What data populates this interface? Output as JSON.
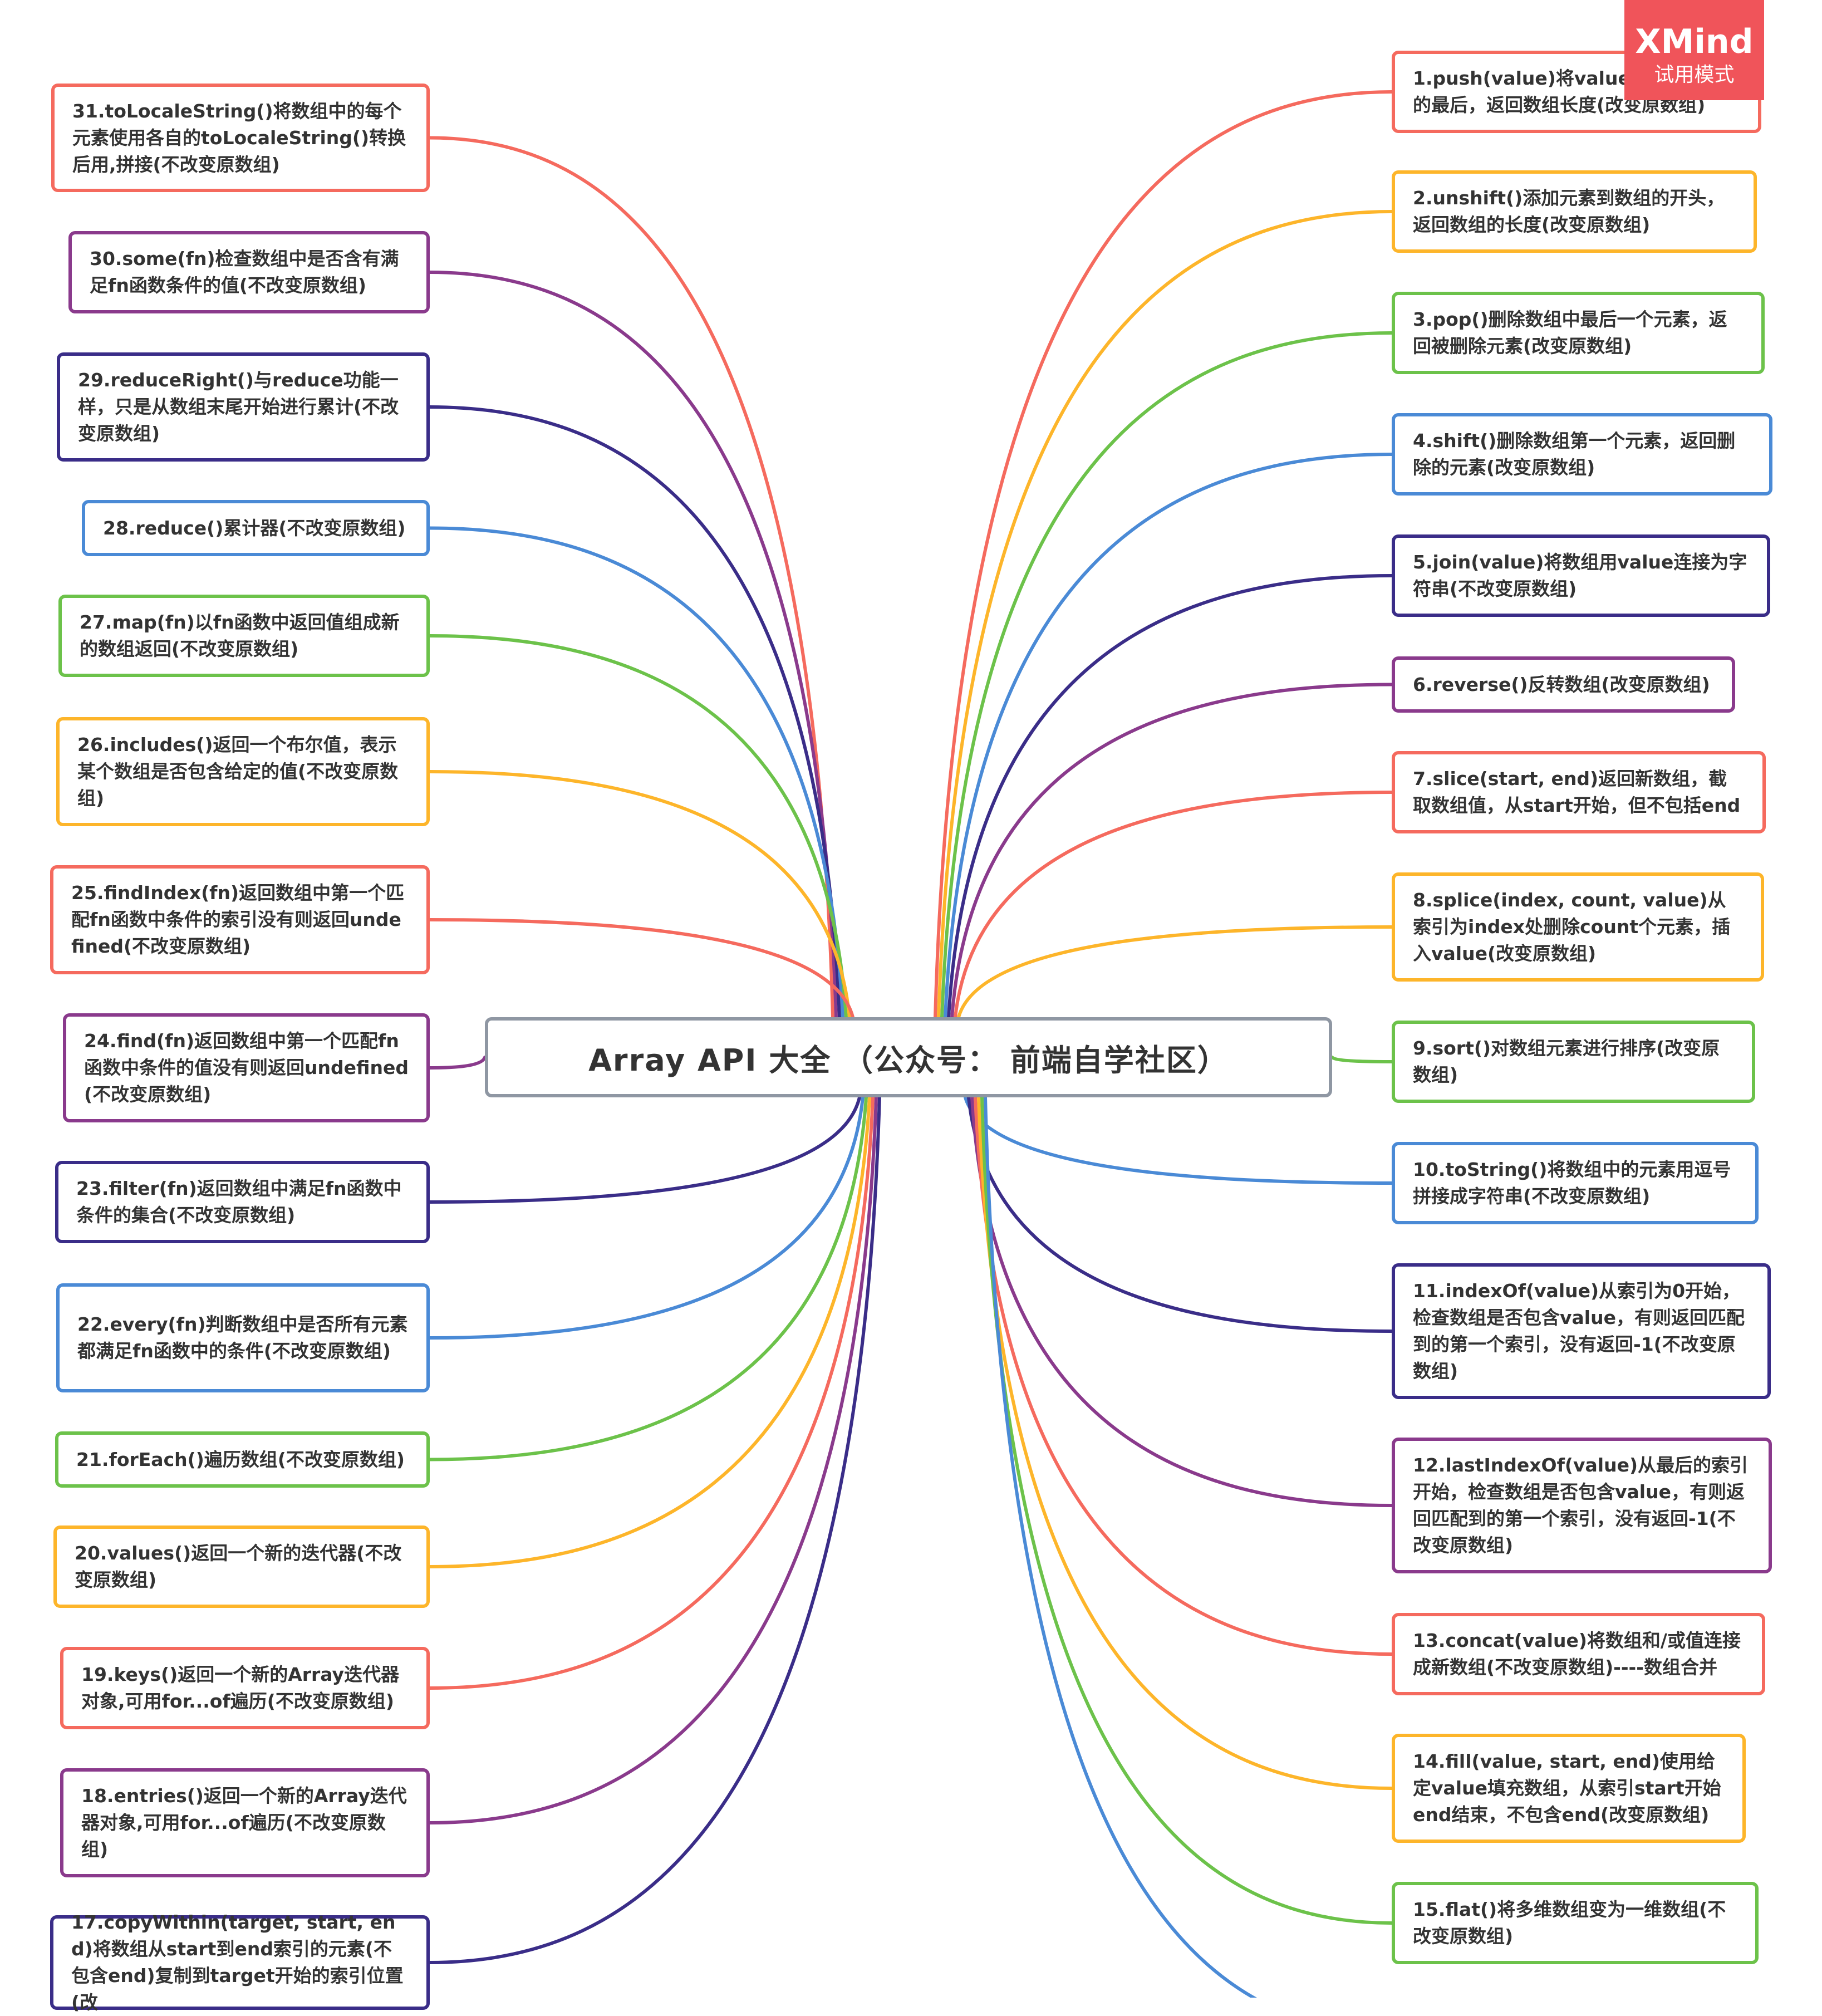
{
  "center": {
    "title": "Array  API 大全    （公众号： 前端自学社区）",
    "border_color": "#8f97a3"
  },
  "watermark": {
    "brand": "XMind",
    "mode": "试用模式",
    "color": "#f0545a"
  },
  "palette": [
    "#f56a5e",
    "#fdb52a",
    "#6cc24a",
    "#4a8ad6",
    "#3a2d88",
    "#8a3a8c"
  ],
  "left_items": [
    {
      "text": "31.toLocaleString()将数组中的每个元素使用各自的toLocaleString()转换后用,拼接(不改变原数组)",
      "color": "#f56a5e"
    },
    {
      "text": "30.some(fn)检查数组中是否含有满足fn函数条件的值(不改变原数组)",
      "color": "#8a3a8c"
    },
    {
      "text": "29.reduceRight()与reduce功能一样，只是从数组末尾开始进行累计(不改变原数组)",
      "color": "#3a2d88"
    },
    {
      "text": "28.reduce()累计器(不改变原数组)",
      "color": "#4a8ad6"
    },
    {
      "text": "27.map(fn)以fn函数中返回值组成新的数组返回(不改变原数组)",
      "color": "#6cc24a"
    },
    {
      "text": "26.includes()返回一个布尔值，表示某个数组是否包含给定的值(不改变原数组)",
      "color": "#fdb52a"
    },
    {
      "text": "25.findIndex(fn)返回数组中第一个匹配fn函数中条件的索引没有则返回undefined(不改变原数组)",
      "color": "#f56a5e"
    },
    {
      "text": "24.find(fn)返回数组中第一个匹配fn函数中条件的值没有则返回undefined(不改变原数组)",
      "color": "#8a3a8c"
    },
    {
      "text": "23.filter(fn)返回数组中满足fn函数中条件的集合(不改变原数组)",
      "color": "#3a2d88"
    },
    {
      "text": "22.every(fn)判断数组中是否所有元素都满足fn函数中的条件(不改变原数组)",
      "color": "#4a8ad6"
    },
    {
      "text": "21.forEach()遍历数组(不改变原数组)",
      "color": "#6cc24a"
    },
    {
      "text": "20.values()返回一个新的迭代器(不改变原数组)",
      "color": "#fdb52a"
    },
    {
      "text": "19.keys()返回一个新的Array迭代器对象,可用for...of遍历(不改变原数组)",
      "color": "#f56a5e"
    },
    {
      "text": "18.entries()返回一个新的Array迭代器对象,可用for...of遍历(不改变原数组)",
      "color": "#8a3a8c"
    },
    {
      "text": "17.copyWithin(target, start, end)将数组从start到end索引的元素(不包含end)复制到target开始的索引位置(改",
      "color": "#3a2d88"
    }
  ],
  "right_items": [
    {
      "text": "1.push(value)将value添加到数组的最后，返回数组长度(改变原数组)",
      "color": "#f56a5e"
    },
    {
      "text": "2.unshift()添加元素到数组的开头，返回数组的长度(改变原数组)",
      "color": "#fdb52a"
    },
    {
      "text": "3.pop()删除数组中最后一个元素，返回被删除元素(改变原数组)",
      "color": "#6cc24a"
    },
    {
      "text": "4.shift()删除数组第一个元素，返回删除的元素(改变原数组)",
      "color": "#4a8ad6"
    },
    {
      "text": "5.join(value)将数组用value连接为字符串(不改变原数组)",
      "color": "#3a2d88"
    },
    {
      "text": "6.reverse()反转数组(改变原数组)",
      "color": "#8a3a8c"
    },
    {
      "text": "7.slice(start, end)返回新数组，截取数组值，从start开始，但不包括end",
      "color": "#f56a5e"
    },
    {
      "text": "8.splice(index, count, value)从索引为index处删除count个元素，插入value(改变原数组)",
      "color": "#fdb52a"
    },
    {
      "text": "9.sort()对数组元素进行排序(改变原数组)",
      "color": "#6cc24a"
    },
    {
      "text": "10.toString()将数组中的元素用逗号拼接成字符串(不改变原数组)",
      "color": "#4a8ad6"
    },
    {
      "text": "11.indexOf(value)从索引为0开始，检查数组是否包含value，有则返回匹配到的第一个索引，没有返回-1(不改变原数组)",
      "color": "#3a2d88"
    },
    {
      "text": "12.lastIndexOf(value)从最后的索引开始，检查数组是否包含value，有则返回匹配到的第一个索引，没有返回-1(不改变原数组)",
      "color": "#8a3a8c"
    },
    {
      "text": "13.concat(value)将数组和/或值连接成新数组(不改变原数组)----数组合并",
      "color": "#f56a5e"
    },
    {
      "text": "14.fill(value, start, end)使用给定value填充数组，从索引start开始end结束，不包含end(改变原数组)",
      "color": "#fdb52a"
    },
    {
      "text": "15.flat()将多维数组变为一维数组(不改变原数组)",
      "color": "#6cc24a"
    },
    {
      "text": "",
      "color": "#4a8ad6"
    }
  ]
}
